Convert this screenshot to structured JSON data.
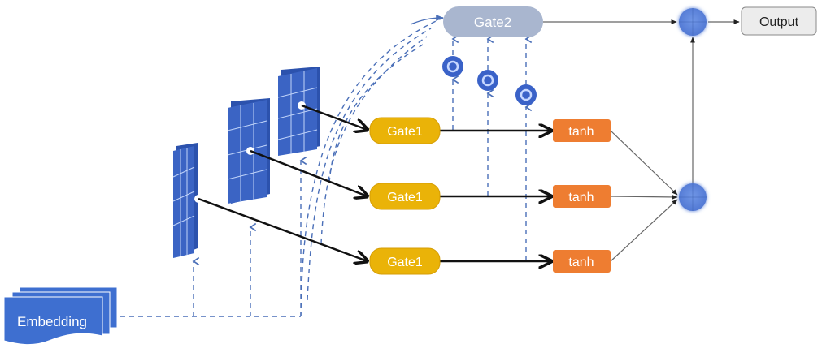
{
  "title": "Gated attention architecture diagram",
  "colors": {
    "gate1": "#eab308",
    "gate2": "#a9b6cf",
    "tanh": "#ee7d31",
    "sum_node": "#5b82d9",
    "feature_map": "#3b64c4",
    "embedding": "#3e6fd0",
    "dashed": "#4a6fb8",
    "output_box": "#ececec"
  },
  "nodes": {
    "embedding": {
      "label": "Embedding"
    },
    "gate2": {
      "label": "Gate2"
    },
    "output": {
      "label": "Output"
    },
    "rows": [
      {
        "gate1_label": "Gate1",
        "tanh_label": "tanh"
      },
      {
        "gate1_label": "Gate1",
        "tanh_label": "tanh"
      },
      {
        "gate1_label": "Gate1",
        "tanh_label": "tanh"
      }
    ],
    "feature_maps": 3,
    "multiply_nodes": 3,
    "sum_nodes": 2
  },
  "edges": [
    "embedding -> feature_map_1 (dashed)",
    "embedding -> feature_map_2 (dashed)",
    "embedding -> feature_map_3 (dashed)",
    "embedding -> gate2 (dashed)",
    "feature_map_1 -> gate1_row3",
    "feature_map_2 -> gate1_row2",
    "feature_map_3 -> gate1_row1",
    "gate1 -> tanh (each row)",
    "gate1/tanh rows -> multiply nodes -> gate2 (dashed)",
    "tanh (all rows) -> sum_node_lower",
    "gate2 -> sum_node_upper",
    "sum_node_lower -> sum_node_upper",
    "sum_node_upper -> output"
  ]
}
